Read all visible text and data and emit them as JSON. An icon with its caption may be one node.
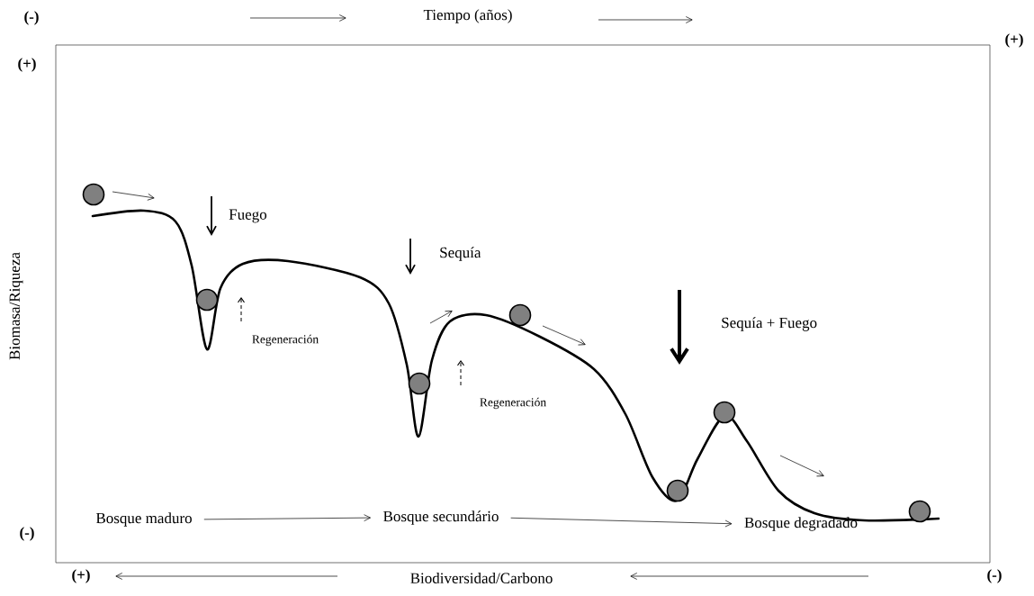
{
  "diagram": {
    "nodes": [
      {
        "text": [
          "Bosque maduro"
        ]
      },
      {
        "text": [
          "Bosque secundário"
        ]
      },
      {
        "text": [
          "Bosque degradado"
        ]
      }
    ],
    "edges": [
      {
        "from": 0,
        "to": 1,
        "arrow": "to"
      },
      {
        "from": 1,
        "to": 2,
        "arrow": "to"
      }
    ],
    "labels": [
      "(-)",
      "Tiempo (años)",
      "(+)",
      "(+)",
      "Biomasa/Riqueza",
      "Fuego",
      "Sequía",
      "Regeneración",
      "Sequía + Fuego",
      "Regeneración",
      "(-)",
      "(+)",
      "Biodiversidad/Carbono",
      "(-)"
    ]
  }
}
